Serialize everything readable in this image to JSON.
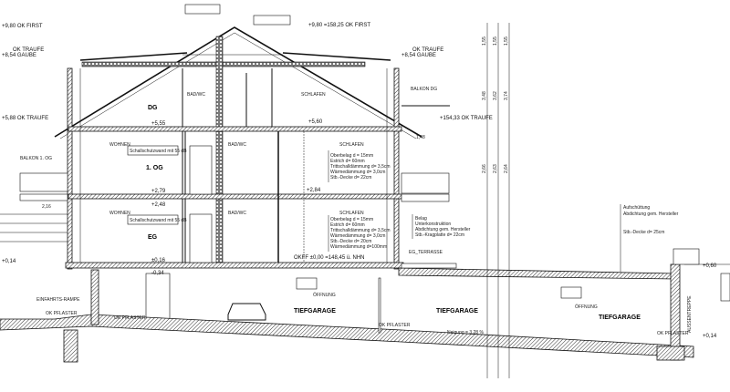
{
  "levels_left": {
    "first": "+9,80 OK FIRST",
    "traufe_gaube_1": "OK TRAUFE",
    "traufe_gaube_2": "+8,54 GAUBE",
    "traufe": "+5,88 OK TRAUFE",
    "ground": "+0,14"
  },
  "levels_right": {
    "first": "+9,80 =158,25 OK FIRST",
    "traufe_gaube_1": "OK TRAUFE",
    "traufe_gaube_2": "+8,54 GAUBE",
    "traufe": "+154,33 OK TRAUFE",
    "ground_1": "+0,60",
    "ground_2": "+0,14"
  },
  "floors": {
    "dg": "DG",
    "og1": "1. OG",
    "eg": "EG",
    "okff": "OKFF  ±0,00 =148,45 ü. NHN"
  },
  "level_marks": {
    "dg_1": "+5,55",
    "dg_2": "+5,60",
    "og_1": "+2,79",
    "og_2": "+2,84",
    "eg_1": "+2,48",
    "eg_2": "±0,16",
    "tg": "-0,34"
  },
  "rooms": {
    "wohnen_og": "WOHNEN",
    "bad_og": "BAD/WC",
    "schlafen_og": "SCHLAFEN",
    "wohnen_eg": "WOHNEN",
    "bad_eg": "BAD/WC",
    "schlafen_eg": "SCHLAFEN",
    "dg_left": "BAD/WC",
    "dg_right": "SCHLAFEN",
    "balkon_1og": "BALKON 1. OG",
    "balkon_dg": "BALKON DG",
    "terrasse": "EG_TERRASSE",
    "tiefgarage_1": "TIEFGARAGE",
    "tiefgarage_2": "TIEFGARAGE",
    "tiefgarage_3": "TIEFGARAGE",
    "rampe": "EINFAHRTS-RAMPE",
    "ok_pflaster_1": "OK PFLASTER",
    "ok_pflaster_2": "OK PFLASTER",
    "ok_pflaster_3": "OK PFLASTER",
    "ok_pflaster_4": "OK PFLASTER"
  },
  "layers_og": [
    "Oberbelag d = 15mm",
    "Estrich d= 60mm",
    "Trittschalldämmung d= 3,5cm",
    "Wärmedämmung d= 3,0cm",
    "Stb.-Decke d= 22cm"
  ],
  "layers_eg": [
    "Oberbelag d = 15mm",
    "Estrich d= 60mm",
    "Trittschalldämmung d= 3,5cm",
    "Wärmedämmung d= 3,0cm",
    "Stb.-Decke d= 20cm",
    "Wärmedämmung d=100mm"
  ],
  "layers_terrace": [
    "Belag",
    "Unterkonstruktion",
    "Abdichtung gem. Hersteller",
    "Stb.-Kragplatte d= 22cm"
  ],
  "layers_garden": [
    "Aufschüttung",
    "Abdichtung gem. Hersteller",
    "Stb.-Decke d= 25cm"
  ],
  "dimensions": [
    "1,55",
    "1,55",
    "1,55",
    "3,48",
    "3,62",
    "3,74",
    "2,66",
    "2,63",
    "2,64",
    "2,16",
    "1,48"
  ],
  "notes": {
    "schall_og": "Schallschutzwand mit 55 dB",
    "schall_eg": "Schallschutzwand mit 55 dB",
    "gefaelle": "Neigung = 3,28 %",
    "oeffnung_1": "ÖFFNUNG",
    "oeffnung_2": "ÖFFNUNG",
    "aussentreppe": "AUSSENTREPPE"
  }
}
